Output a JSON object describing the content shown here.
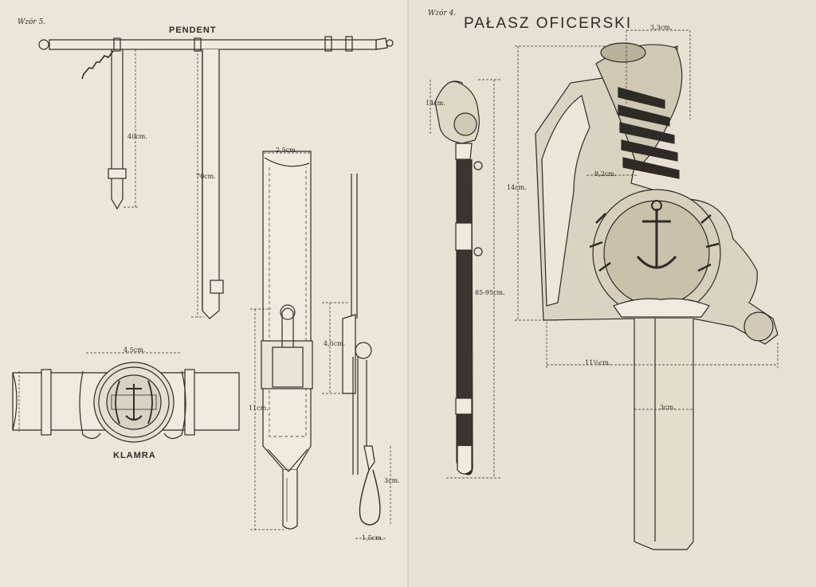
{
  "left_page": {
    "pattern_label": "Wzór 5.",
    "pendent_title": "PENDENT",
    "klamra_title": "KLAMRA",
    "dimensions": {
      "strap_short": "40cm.",
      "strap_long": "70cm.",
      "frog_width": "2,5cm.",
      "frog_loop": "4,5cm.",
      "frog_height": "11cm.",
      "buckle_width": "4,5cm.",
      "knot_length": "3cm.",
      "knot_width": "1,5cm."
    }
  },
  "right_page": {
    "pattern_label": "Wzór 4.",
    "title": "PAŁASZ OFICERSKI",
    "dimensions": {
      "hilt_small": "14cm.",
      "total_length": "85-95cm.",
      "guard_top": "3,3cm.",
      "guard_inner": "8,2cm.",
      "hilt_height": "14cm.",
      "guard_width": "11½cm.",
      "blade_width": "3cm."
    }
  },
  "colors": {
    "paper": "#e9e4d6",
    "ink": "#2e2b26"
  }
}
